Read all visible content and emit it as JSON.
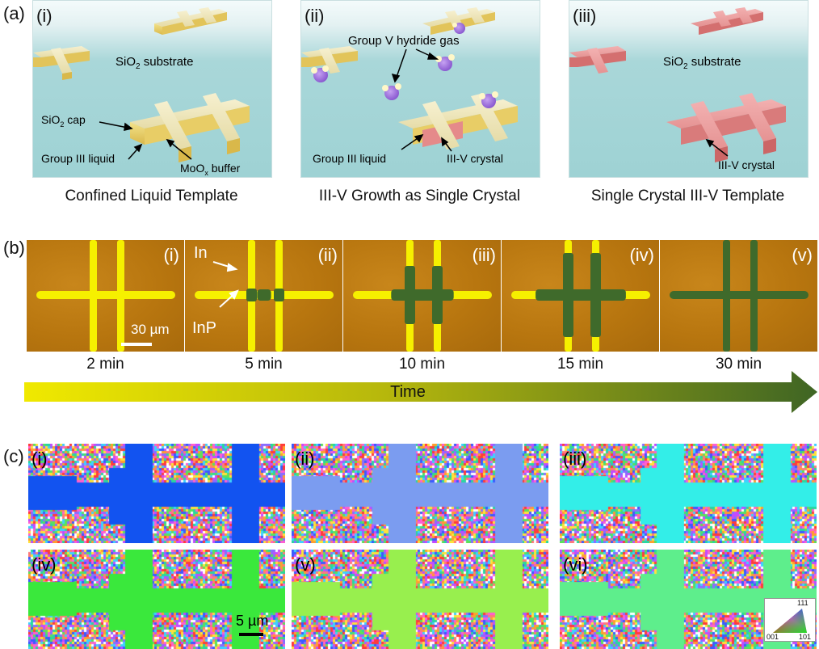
{
  "panel_a": {
    "label": "(a)",
    "subpanels": [
      {
        "roman": "(i)",
        "texts": {
          "substrate_pre": "SiO",
          "substrate_sub": "2",
          "substrate_post": " substrate",
          "cap_pre": "SiO",
          "cap_sub": "2",
          "cap_post": " cap",
          "liquid": "Group III liquid",
          "buffer_pre": "MoO",
          "buffer_sub": "x",
          "buffer_post": " buffer"
        },
        "caption": "Confined Liquid Template"
      },
      {
        "roman": "(ii)",
        "texts": {
          "gas": "Group V hydride gas",
          "liquid": "Group III liquid",
          "crystal": "III-V crystal"
        },
        "caption": "III-V Growth as Single Crystal"
      },
      {
        "roman": "(iii)",
        "texts": {
          "substrate_pre": "SiO",
          "substrate_sub": "2",
          "substrate_post": " substrate",
          "crystal": "III-V crystal"
        },
        "caption": "Single Crystal III-V Template"
      }
    ]
  },
  "panel_b": {
    "label": "(b)",
    "tiles": [
      {
        "roman": "(i)",
        "time": "2 min",
        "green": 0.0
      },
      {
        "roman": "(ii)",
        "time": "5 min",
        "green": 0.1
      },
      {
        "roman": "(iii)",
        "time": "10 min",
        "green": 0.45
      },
      {
        "roman": "(iv)",
        "time": "15 min",
        "green": 0.65
      },
      {
        "roman": "(v)",
        "time": "30 min",
        "green": 1.0
      }
    ],
    "in_label": "In",
    "inp_label": "InP",
    "scale_bar": "30 µm",
    "arrow_label": "Time"
  },
  "panel_c": {
    "label": "(c)",
    "maps": [
      {
        "roman": "(i)",
        "color": "#1253f0"
      },
      {
        "roman": "(ii)",
        "color": "#7b9cf0"
      },
      {
        "roman": "(iii)",
        "color": "#33eee8"
      },
      {
        "roman": "(iv)",
        "color": "#3ae83c"
      },
      {
        "roman": "(v)",
        "color": "#98ef4e"
      },
      {
        "roman": "(vi)",
        "color": "#5eee8c"
      }
    ],
    "scale_bar": "5 µm",
    "legend": {
      "top": "111",
      "left": "001",
      "right": "101"
    }
  }
}
